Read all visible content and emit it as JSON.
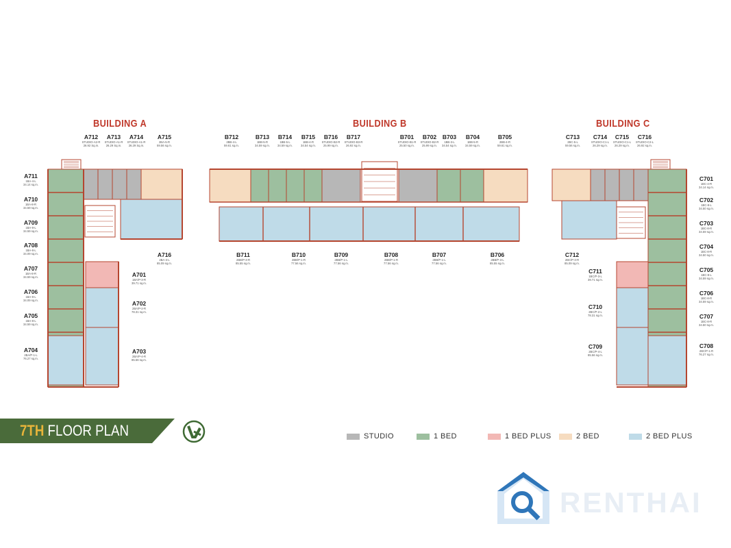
{
  "buildings": {
    "a": {
      "title": "BUILDING  A"
    },
    "b": {
      "title": "BUILDING  B"
    },
    "c": {
      "title": "BUILDING  C"
    }
  },
  "units_a": [
    {
      "code": "A712",
      "type": "STUDIO-A2-R",
      "area": "26.92 Sq.m."
    },
    {
      "code": "A713",
      "type": "STUDIO-A1-R",
      "area": "26.29 Sq.m."
    },
    {
      "code": "A714",
      "type": "STUDIO-A1-R",
      "area": "26.29 Sq.m."
    },
    {
      "code": "A715",
      "type": "2BA-5-R",
      "area": "59.56 sq.m."
    },
    {
      "code": "A711",
      "type": "1BA-4-L",
      "area": "34.14 sq.m."
    },
    {
      "code": "A710",
      "type": "1BA-8-R",
      "area": "34.59 sq.m."
    },
    {
      "code": "A709",
      "type": "1BA-9-L",
      "area": "34.59 sq.m."
    },
    {
      "code": "A708",
      "type": "1BA-8-L",
      "area": "34.09 sq.m."
    },
    {
      "code": "A707",
      "type": "1BA-8-R",
      "area": "34.59 sq.m."
    },
    {
      "code": "A706",
      "type": "1BA-9-L",
      "area": "34.09 sq.m."
    },
    {
      "code": "A705",
      "type": "1BA-8-L",
      "area": "34.59 sq.m."
    },
    {
      "code": "A704",
      "type": "2BA/P-1-L",
      "area": "76.27 sq.m."
    },
    {
      "code": "A716",
      "type": "2BA-3-L",
      "area": "85.09 sq.m."
    },
    {
      "code": "A701",
      "type": "1BA/P-3-R",
      "area": "39.71 sq.m."
    },
    {
      "code": "A702",
      "type": "2BA/P-2-R",
      "area": "78.31 sq.m."
    },
    {
      "code": "A703",
      "type": "2BA/P-4-R",
      "area": "85.56 sq.m."
    }
  ],
  "units_b": [
    {
      "code": "B712",
      "type": "2BB-4-L",
      "area": "59.61 sq.m."
    },
    {
      "code": "B713",
      "type": "1BB-5-R",
      "area": "34.59 sq.m."
    },
    {
      "code": "B714",
      "type": "1BB-5-L",
      "area": "34.59 sq.m."
    },
    {
      "code": "B715",
      "type": "1BB-4-R",
      "area": "34.54 sq.m."
    },
    {
      "code": "B716",
      "type": "STUDIO-B2-R",
      "area": "25.99 sq.m."
    },
    {
      "code": "B717",
      "type": "STUDIO-B3-R",
      "area": "26.92 sq.m."
    },
    {
      "code": "B701",
      "type": "STUDIO-B1-R",
      "area": "25.50 sq.m."
    },
    {
      "code": "B702",
      "type": "STUDIO-B2-R",
      "area": "25.99 sq.m."
    },
    {
      "code": "B703",
      "type": "1BB-3-L",
      "area": "34.54 sq.m."
    },
    {
      "code": "B704",
      "type": "1BB-5-R",
      "area": "34.59 sq.m."
    },
    {
      "code": "B705",
      "type": "2BB-4-R",
      "area": "59.61 sq.m."
    },
    {
      "code": "B711",
      "type": "2BB/P-3-R",
      "area": "85.55 sq.m."
    },
    {
      "code": "B710",
      "type": "2BB/P-1-R",
      "area": "77.56 sq.m."
    },
    {
      "code": "B709",
      "type": "2BB/P-1-L",
      "area": "77.56 sq.m."
    },
    {
      "code": "B708",
      "type": "2BB/P-1-R",
      "area": "77.56 sq.m."
    },
    {
      "code": "B707",
      "type": "2BB/P-1-L",
      "area": "77.56 sq.m."
    },
    {
      "code": "B706",
      "type": "2BB/P-3-L",
      "area": "85.55 sq.m."
    }
  ],
  "units_c": [
    {
      "code": "C713",
      "type": "2BC-5-L",
      "area": "59.56 sq.m."
    },
    {
      "code": "C714",
      "type": "STUDIO-C1-L",
      "area": "26.29 sq.m."
    },
    {
      "code": "C715",
      "type": "STUDIO-C1-L",
      "area": "26.29 sq.m."
    },
    {
      "code": "C716",
      "type": "STUDIO-C2-L",
      "area": "26.92 sq.m."
    },
    {
      "code": "C701",
      "type": "1BC-4-R",
      "area": "34.14 sq.m."
    },
    {
      "code": "C702",
      "type": "1BC-8-L",
      "area": "34.50 sq.m."
    },
    {
      "code": "C703",
      "type": "1BC-8-R",
      "area": "34.59 sq.m."
    },
    {
      "code": "C704",
      "type": "1BC-8-R",
      "area": "34.50 sq.m."
    },
    {
      "code": "C705",
      "type": "1BC-8-L",
      "area": "34.59 sq.m."
    },
    {
      "code": "C706",
      "type": "1BC-8-R",
      "area": "34.59 sq.m."
    },
    {
      "code": "C707",
      "type": "1BC-8-R",
      "area": "34.50 sq.m."
    },
    {
      "code": "C708",
      "type": "2BC/P-1-R",
      "area": "76.27 sq.m."
    },
    {
      "code": "C712",
      "type": "2BC/P-3-R",
      "area": "85.09 sq.m."
    },
    {
      "code": "C711",
      "type": "1BC/P-3-L",
      "area": "39.71 sq.m."
    },
    {
      "code": "C710",
      "type": "2BC/P-2-L",
      "area": "78.31 sq.m."
    },
    {
      "code": "C709",
      "type": "2BC/P-4-L",
      "area": "85.56 sq.m."
    }
  ],
  "floor": {
    "number": "7TH",
    "label": " FLOOR PLAN"
  },
  "legend": [
    {
      "label": "STUDIO",
      "color": "#b7b7b7"
    },
    {
      "label": "1 BED",
      "color": "#9dbf9f"
    },
    {
      "label": "1 BED PLUS",
      "color": "#f2b8b5"
    },
    {
      "label": "2 BED",
      "color": "#f6dcc0"
    },
    {
      "label": "2 BED PLUS",
      "color": "#bfdbe8"
    }
  ],
  "colors": {
    "wall": "#b5452f",
    "studio": "#b7b7b7",
    "one_bed": "#9dbf9f",
    "one_bed_plus": "#f2b8b5",
    "two_bed": "#f6dcc0",
    "two_bed_plus": "#bfdbe8",
    "banner": "#4a6b3a",
    "title": "#c0392b"
  },
  "watermark": {
    "text": "RENTHAI"
  }
}
